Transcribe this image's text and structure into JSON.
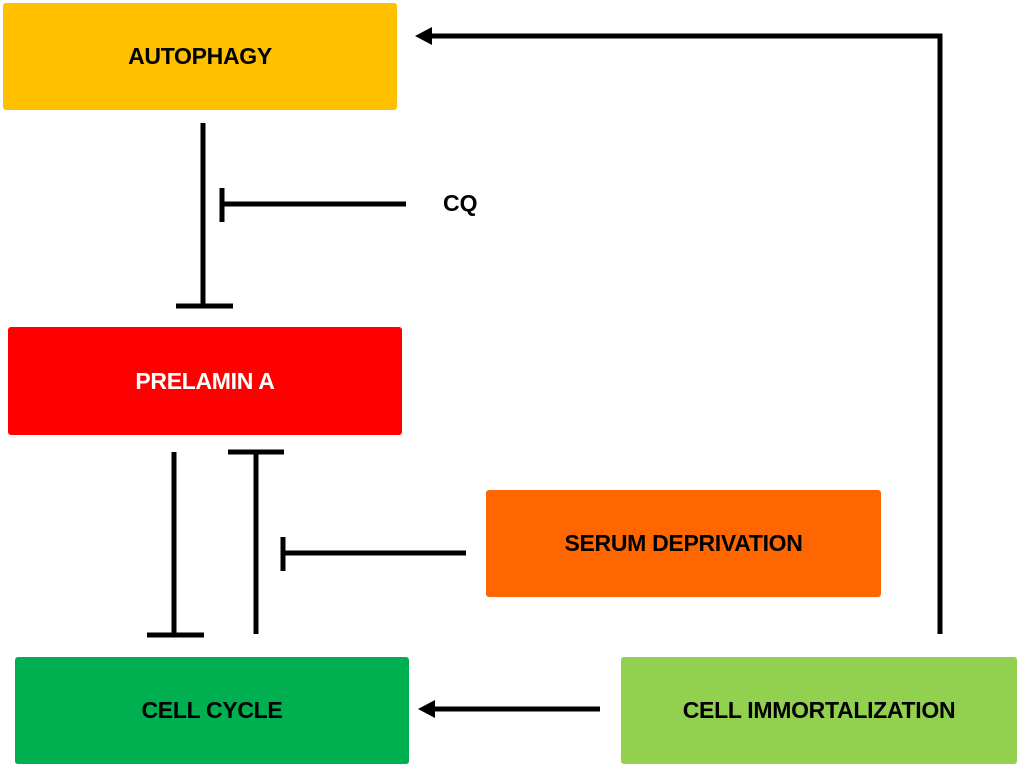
{
  "diagram": {
    "nodes": {
      "autophagy": {
        "label": "AUTOPHAGY",
        "fill": "#FFC000",
        "text_color": "#000000"
      },
      "prelamin": {
        "label": "PRELAMIN A",
        "fill": "#FF0000",
        "text_color": "#FFFFFF"
      },
      "serum": {
        "label": "SERUM DEPRIVATION",
        "fill": "#FF6600",
        "text_color": "#000000"
      },
      "cellcycle": {
        "label": "CELL CYCLE",
        "fill": "#00B050",
        "text_color": "#000000"
      },
      "immortal": {
        "label": "CELL IMMORTALIZATION",
        "fill": "#92D050",
        "text_color": "#000000"
      }
    },
    "labels": {
      "cq": "CQ"
    },
    "edges": [
      {
        "from": "immortalization",
        "to": "autophagy",
        "type": "activates"
      },
      {
        "from": "autophagy",
        "to": "prelamin",
        "type": "inhibits"
      },
      {
        "from": "cq",
        "to": "autophagy-prelamin edge",
        "type": "inhibits"
      },
      {
        "from": "prelamin",
        "to": "cellcycle",
        "type": "inhibits"
      },
      {
        "from": "cellcycle",
        "to": "prelamin",
        "type": "inhibits"
      },
      {
        "from": "serum",
        "to": "cellcycle-prelamin edge",
        "type": "inhibits"
      },
      {
        "from": "immortalization",
        "to": "cellcycle",
        "type": "activates"
      }
    ],
    "edge_color": "#000000"
  }
}
